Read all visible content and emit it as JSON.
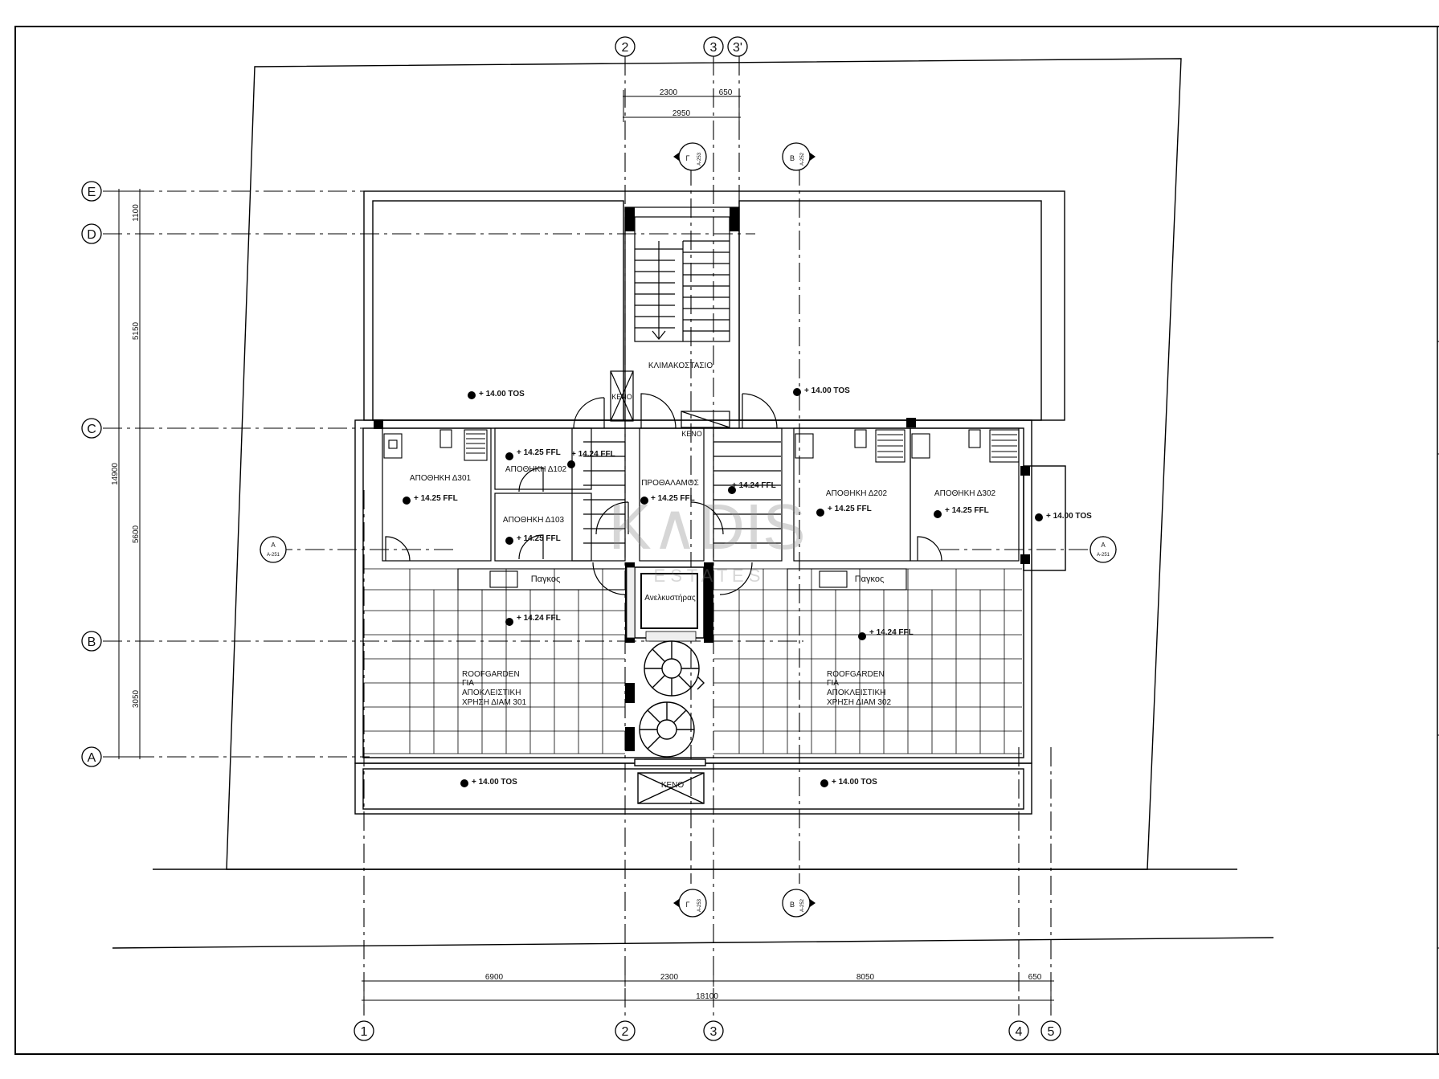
{
  "grid": {
    "columns": [
      "1",
      "2",
      "3",
      "3'",
      "4",
      "5"
    ],
    "rows": [
      "A",
      "B",
      "C",
      "D",
      "E"
    ]
  },
  "dimensions": {
    "top": [
      "2300",
      "650",
      "2950"
    ],
    "bottom": [
      "6900",
      "2300",
      "8050",
      "650",
      "18100"
    ],
    "left": [
      "1100",
      "5150",
      "5600",
      "3050",
      "14900"
    ]
  },
  "rooms": {
    "stair": "ΚΛΙΜΑΚΟΣΤΑΣΙΟ",
    "void_upper": "ΚΕΝΟ",
    "void_mid": "ΚΕΝΟ",
    "void_lower": "ΚΕΝΟ",
    "lobby": "ΠΡΟΘΑΛΑΜΟΣ",
    "elevator": "Ανελκυστήρας",
    "store_301": "ΑΠΟΘΗΚΗ Δ301",
    "store_102": "ΑΠΟΘΗΚΗ Δ102",
    "store_103": "ΑΠΟΘΗΚΗ Δ103",
    "store_202": "ΑΠΟΘΗΚΗ Δ202",
    "store_302": "ΑΠΟΘΗΚΗ Δ302",
    "counter_left": "Παγκος",
    "counter_right": "Παγκος",
    "roofgarden_left": [
      "ROOFGARDEN",
      "ΓΙΑ",
      "ΑΠΟΚΛΕΙΣΤΙΚΗ",
      "ΧΡΗΣΗ ΔΙΑΜ 301"
    ],
    "roofgarden_right": [
      "ROOFGARDEN",
      "ΓΙΑ",
      "ΑΠΟΚΛΕΙΣΤΙΚΗ",
      "ΧΡΗΣΗ ΔΙΑΜ 302"
    ]
  },
  "levels": {
    "tos_top_left": "+ 14.00 TOS",
    "tos_top_right": "+ 14.00 TOS",
    "tos_right": "+ 14.00 TOS",
    "tos_bottom_left": "+ 14.00 TOS",
    "tos_bottom_right": "+ 14.00 TOS",
    "ffl_301": "+ 14.25 FFL",
    "ffl_102": "+ 14.25 FFL",
    "ffl_103": "+ 14.25 FFL",
    "ffl_corr": "+ 14.24 FFL",
    "ffl_lobby": "+ 14.25 FFL",
    "ffl_stair_r": "+ 14.24 FFL",
    "ffl_202": "+ 14.25 FFL",
    "ffl_302": "+ 14.25 FFL",
    "ffl_garden_left": "+ 14.24 FFL",
    "ffl_garden_right": "+ 14.24 FFL"
  },
  "sections": {
    "gamma": "Γ",
    "beta": "Β",
    "alpha": "A",
    "ref_gamma": "A-253",
    "ref_beta": "A-252",
    "ref_alpha": "A-251"
  },
  "watermark": {
    "main": "K∧DIS",
    "sub": "E S T A T E S"
  }
}
